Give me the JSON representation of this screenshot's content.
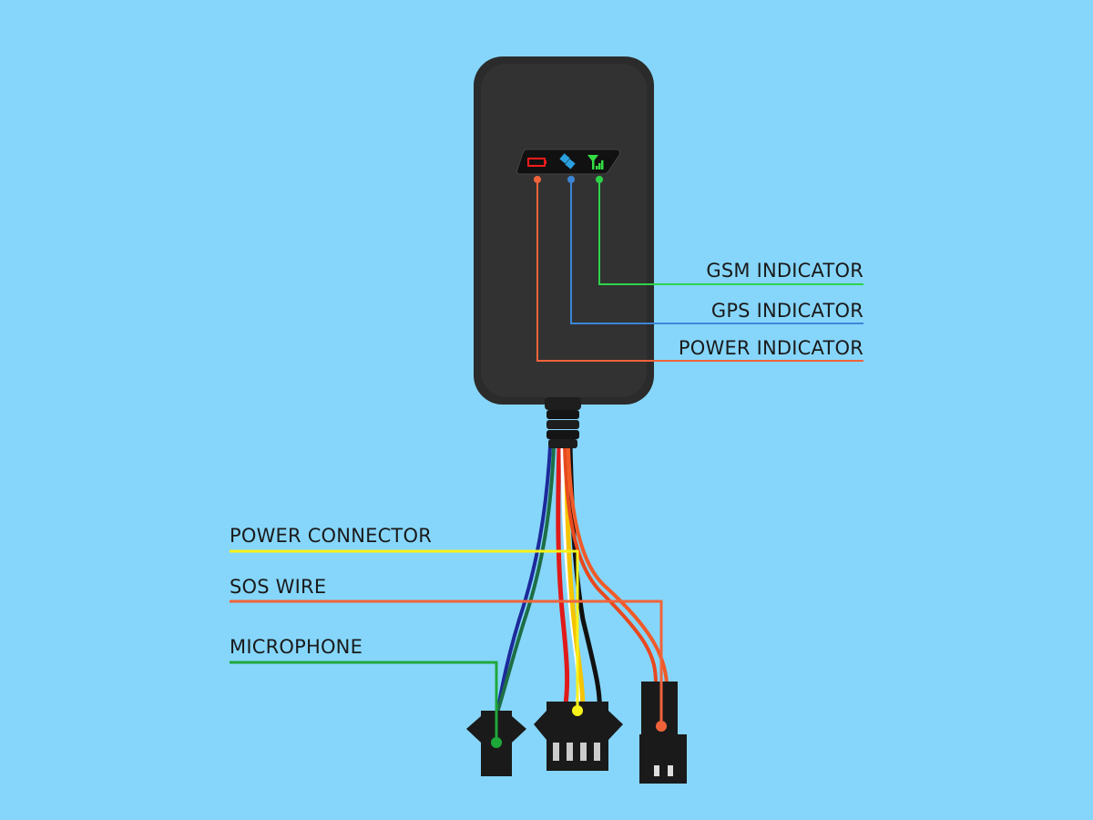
{
  "labels": {
    "gsm": "GSM INDICATOR",
    "gps": "GPS INDICATOR",
    "power_indicator": "POWER INDICATOR",
    "power_connector": "POWER CONNECTOR",
    "sos": "SOS WIRE",
    "microphone": "MICROPHONE"
  },
  "colors": {
    "background": "#86d6fb",
    "gsm": "#2ed24a",
    "gps": "#3c86d8",
    "power_indicator": "#f0633a",
    "power_connector": "#f7f21a",
    "sos": "#f0633a",
    "microphone": "#1fa83a",
    "device": "#2b2b2b"
  },
  "icons": [
    "battery-icon",
    "satellite-icon",
    "signal-icon"
  ]
}
